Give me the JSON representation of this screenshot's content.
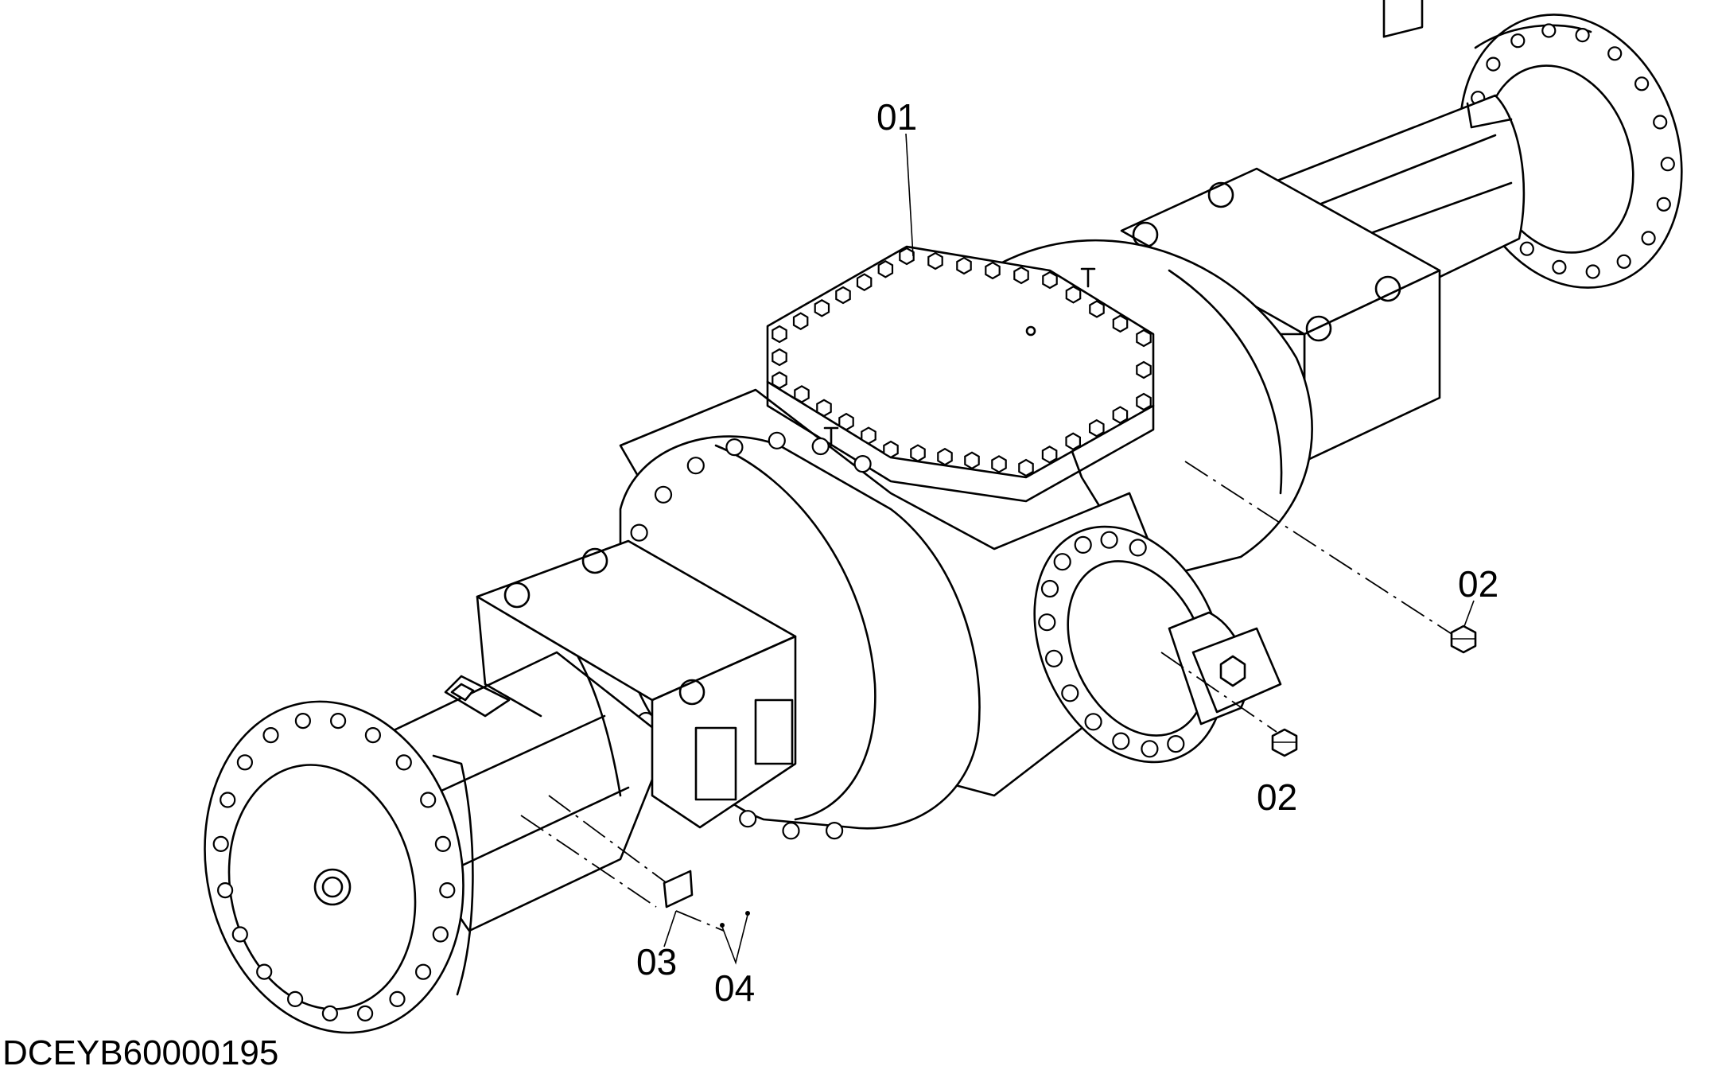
{
  "diagram": {
    "labels": {
      "part_01": "01",
      "part_02_right": "02",
      "part_02_center": "02",
      "part_03": "03",
      "part_04": "04"
    },
    "drawing_code": "DCEYB60000195"
  }
}
